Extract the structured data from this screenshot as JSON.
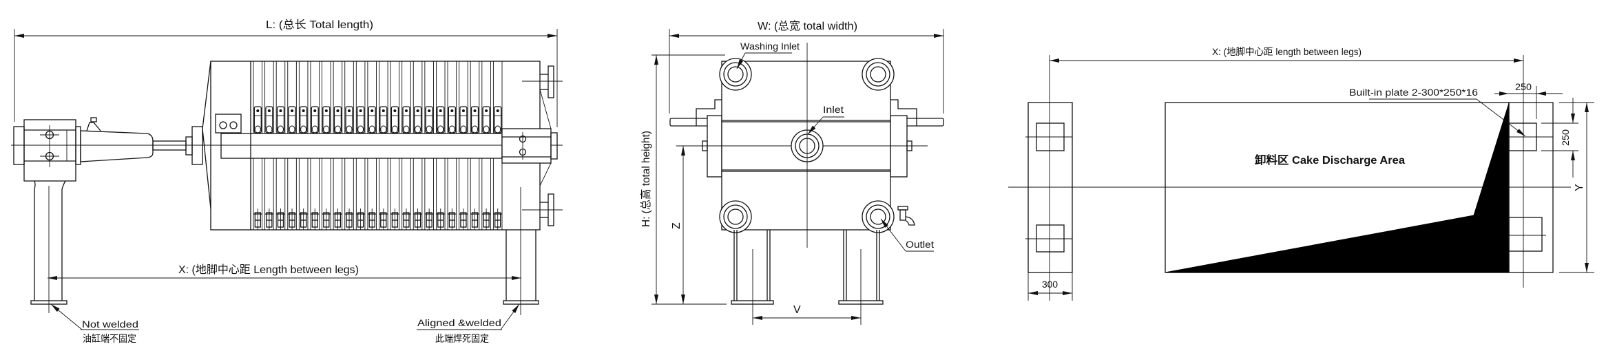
{
  "side_view": {
    "total_length_label": "L: (总长 Total length)",
    "legs_length_label": "X: (地脚中心距 Length between legs)",
    "left_leg_note_en": "Not welded",
    "left_leg_note_zh": "油缸端不固定",
    "right_leg_note_en": "Aligned &welded",
    "right_leg_note_zh": "此端焊死固定"
  },
  "end_view": {
    "total_width_label": "W: (总宽 total width)",
    "total_height_label": "H: (总高 total height)",
    "z_label": "Z",
    "v_label": "V",
    "washing_inlet_label": "Washing Inlet",
    "inlet_label": "Inlet",
    "outlet_label": "Outlet"
  },
  "foundation_plan": {
    "legs_length_label": "X: (地脚中心距 length between legs)",
    "built_in_plate_label": "Built-in plate 2-300*250*16",
    "discharge_area_label": "卸料区 Cake Discharge Area",
    "dim_300": "300",
    "dim_250_horizontal": "250",
    "dim_250_vertical": "250",
    "y_label": "Y"
  }
}
